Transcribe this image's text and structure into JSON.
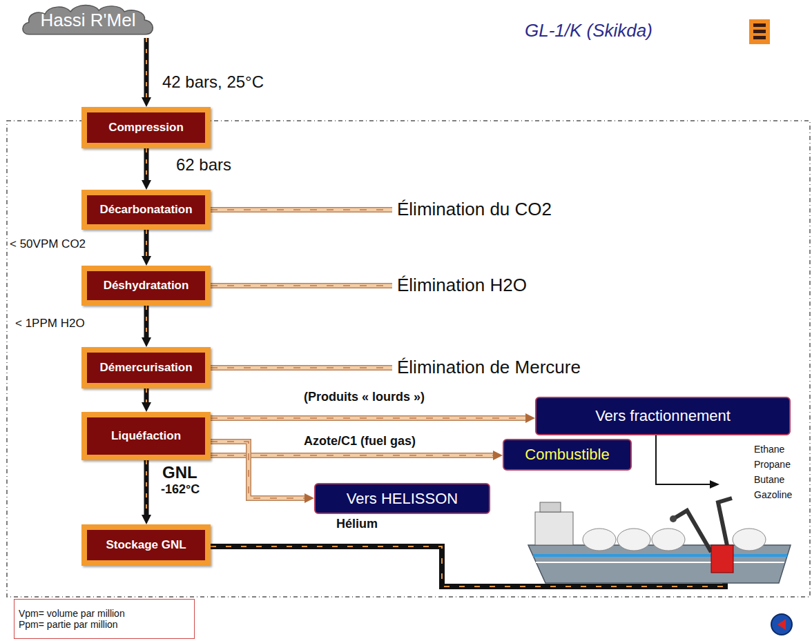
{
  "diagram": {
    "nodes": [
      {
        "text": [
          "Hassi R'Mel"
        ]
      },
      {
        "text": [
          "Compression"
        ]
      },
      {
        "text": [
          "Décarbonatation"
        ]
      },
      {
        "text": [
          "Déshydratation"
        ]
      },
      {
        "text": [
          "Démercurisation"
        ]
      },
      {
        "text": [
          "Liquéfaction"
        ]
      },
      {
        "text": [
          "Stockage GNL"
        ]
      },
      {
        "text": [
          "Vers fractionnement"
        ]
      },
      {
        "text": [
          "Combustible"
        ]
      },
      {
        "text": [
          "Vers HELISSON"
        ]
      },
      {
        "text": [
          "Vpm= volume par million",
          "Ppm= partie par million"
        ]
      }
    ],
    "edges": [
      {
        "from": 0,
        "to": 1,
        "label": "42 bars, 25°C",
        "arrow": "to"
      },
      {
        "from": 1,
        "to": 2,
        "label": "62 bars",
        "arrow": "to"
      },
      {
        "from": 2,
        "to": 3,
        "label": "< 50VPM CO2",
        "arrow": "to"
      },
      {
        "from": 3,
        "to": 4,
        "label": "< 1PPM H2O",
        "arrow": "to"
      },
      {
        "from": 4,
        "to": 5,
        "arrow": "to"
      },
      {
        "from": 5,
        "to": 6,
        "arrow": "to"
      },
      {
        "from": 5,
        "to": 7,
        "label": "(Produits « lourds »)",
        "arrow": "to"
      },
      {
        "from": 5,
        "to": 8,
        "label": "Azote/C1 (fuel gas)",
        "arrow": "to"
      },
      {
        "from": 5,
        "to": 9,
        "arrow": "to"
      }
    ],
    "labels": [
      "GL-1/K (Skikda)",
      "Élimination du CO2",
      "Élimination H2O",
      "Élimination de Mercure",
      "GNL",
      "-162°C",
      "Hélium",
      "Ethane",
      "Propane",
      "Butane",
      "Gazoline"
    ]
  }
}
